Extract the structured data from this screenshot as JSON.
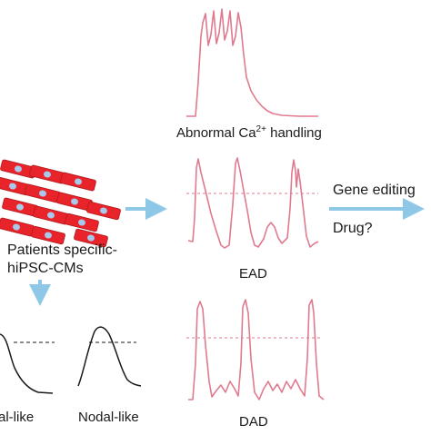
{
  "labels": {
    "abnormal_ca_prefix": "Abnormal Ca",
    "abnormal_ca_sup": "2+",
    "abnormal_ca_suffix": " handling",
    "gene_editing": "Gene editing",
    "drug": "Drug?",
    "patients_line1": "Patients specific-",
    "patients_line2": "hiPSC-CMs",
    "ead": "EAD",
    "dad": "DAD",
    "atrial_like_partial": "al-like",
    "nodal_like": "Nodal-like"
  },
  "colors": {
    "trace": "#e07a8e",
    "threshold": "#e07a8e",
    "arrow": "#8fc8e6",
    "cell_fill": "#e8232a",
    "cell_edge": "#b01a1f",
    "nucleus": "#a8c8ec",
    "black_trace": "#1a1a1a"
  },
  "icons": {
    "cells": "cardiomyocyte-cluster-icon",
    "arrow_right": "arrow-right-icon",
    "arrow_down": "arrow-down-icon"
  }
}
